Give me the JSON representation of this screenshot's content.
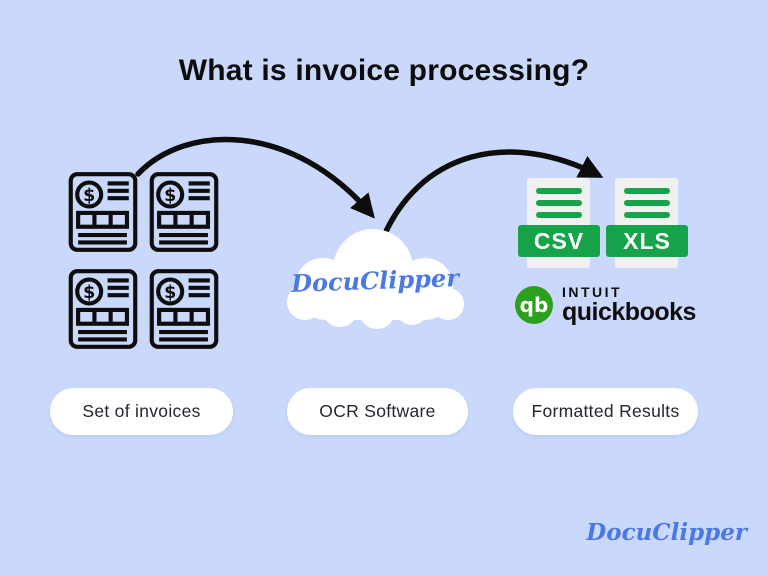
{
  "title": "What is invoice processing?",
  "stages": [
    {
      "label": "Set of invoices"
    },
    {
      "label": "OCR Software"
    },
    {
      "label": "Formatted Results"
    }
  ],
  "cloud": {
    "brand": "DocuClipper"
  },
  "files": [
    {
      "label": "CSV"
    },
    {
      "label": "XLS"
    }
  ],
  "quickbooks": {
    "monogram": "qb",
    "company": "INTUIT",
    "product": "quickbooks"
  },
  "invoice_icon": {
    "symbol": "$",
    "count": 4
  },
  "footer": {
    "brand": "DocuClipper"
  },
  "colors": {
    "background": "#cad9fb",
    "ink": "#0d0d0d",
    "file_green": "#17a34a",
    "quickbooks_green": "#2ca01c",
    "brand_blue": "#4a79e6",
    "card_white": "#ffffff",
    "page_gray": "#f1f1f2"
  }
}
